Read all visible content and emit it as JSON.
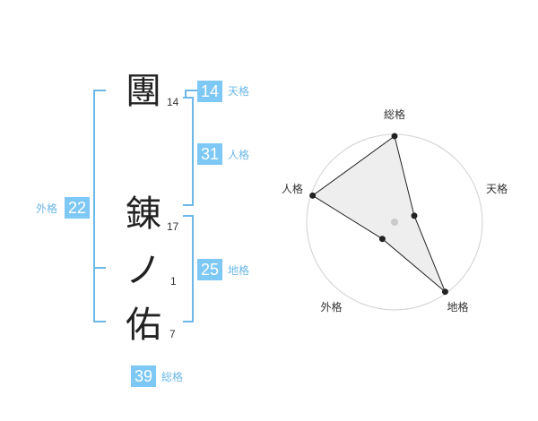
{
  "characters": [
    {
      "char": "團",
      "strokes": "14"
    },
    {
      "char": "錬",
      "strokes": "17"
    },
    {
      "char": "ノ",
      "strokes": "1"
    },
    {
      "char": "佑",
      "strokes": "7"
    }
  ],
  "fortune": {
    "tenkaku": {
      "value": "14",
      "label": "天格"
    },
    "jinkaku": {
      "value": "31",
      "label": "人格"
    },
    "chikaku": {
      "value": "25",
      "label": "地格"
    },
    "gaikaku": {
      "value": "22",
      "label": "外格"
    },
    "soukaku": {
      "value": "39",
      "label": "総格"
    }
  },
  "colors": {
    "accent": "#7ec8f5",
    "bracket": "#6cb8e8"
  },
  "chart_data": {
    "type": "radar",
    "axes": [
      "総格",
      "天格",
      "地格",
      "外格",
      "人格"
    ],
    "values": [
      5,
      1,
      5,
      1,
      5
    ],
    "rings": 5
  }
}
